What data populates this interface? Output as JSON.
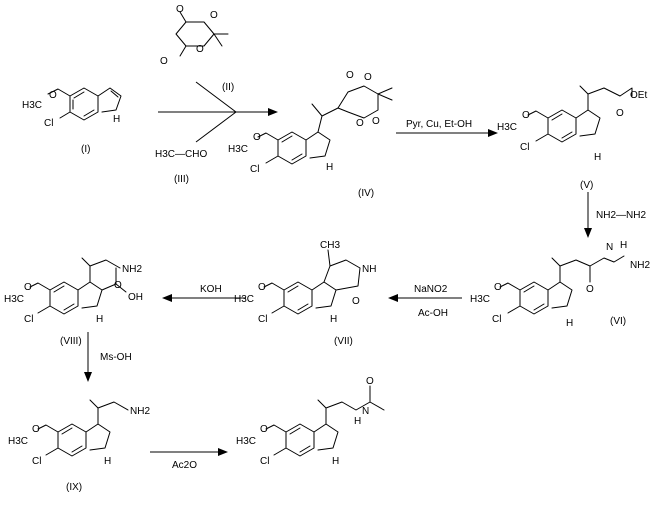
{
  "compounds": {
    "I": {
      "label": "(I)",
      "atoms": {
        "o": "O",
        "me": "H3C",
        "cl": "Cl",
        "nh": "H"
      }
    },
    "II": {
      "label": "(II)",
      "atoms": {
        "o1": "O",
        "o2": "O",
        "o3": "O",
        "o4": "O"
      }
    },
    "III": {
      "label": "(III)",
      "formula": "H3C—CHO"
    },
    "IV": {
      "label": "(IV)",
      "atoms": {
        "o1": "O",
        "o2": "O",
        "o3": "O",
        "o4": "O",
        "o5": "O",
        "me": "H3C",
        "cl": "Cl",
        "nh": "H"
      }
    },
    "V": {
      "label": "(V)",
      "atoms": {
        "o1": "O",
        "oet": "OEt",
        "o2": "O",
        "me": "H3C",
        "cl": "Cl",
        "nh": "H"
      }
    },
    "VI": {
      "label": "(VI)",
      "atoms": {
        "o1": "O",
        "nh": "N",
        "h1": "H",
        "nh2": "NH2",
        "o2": "O",
        "me": "H3C",
        "cl": "Cl",
        "nh_ind": "H"
      }
    },
    "VII": {
      "label": "(VII)",
      "atoms": {
        "me": "CH3",
        "nh_ring": "NH",
        "o1": "O",
        "o2": "O",
        "me2": "H3C",
        "cl": "Cl",
        "nh_ind": "H"
      }
    },
    "VIII": {
      "label": "(VIII)",
      "atoms": {
        "nh2": "NH2",
        "oh": "OH",
        "o1": "O",
        "o2": "O",
        "me": "H3C",
        "cl": "Cl",
        "nh_ind": "H"
      }
    },
    "IX": {
      "label": "(IX)",
      "atoms": {
        "nh2": "NH2",
        "o": "O",
        "me": "H3C",
        "cl": "Cl",
        "nh_ind": "H"
      }
    },
    "X": {
      "label": "",
      "atoms": {
        "nh": "N",
        "h": "H",
        "o1": "O",
        "o2": "O",
        "me": "H3C",
        "cl": "Cl",
        "nh_ind": "H"
      }
    }
  },
  "reagents": {
    "step1": "Pyr, Cu, Et-OH",
    "step2": "NH2—NH2",
    "step3_a": "NaNO2",
    "step3_b": "Ac-OH",
    "step4": "KOH",
    "step5": "Ms-OH",
    "step6": "Ac2O"
  }
}
